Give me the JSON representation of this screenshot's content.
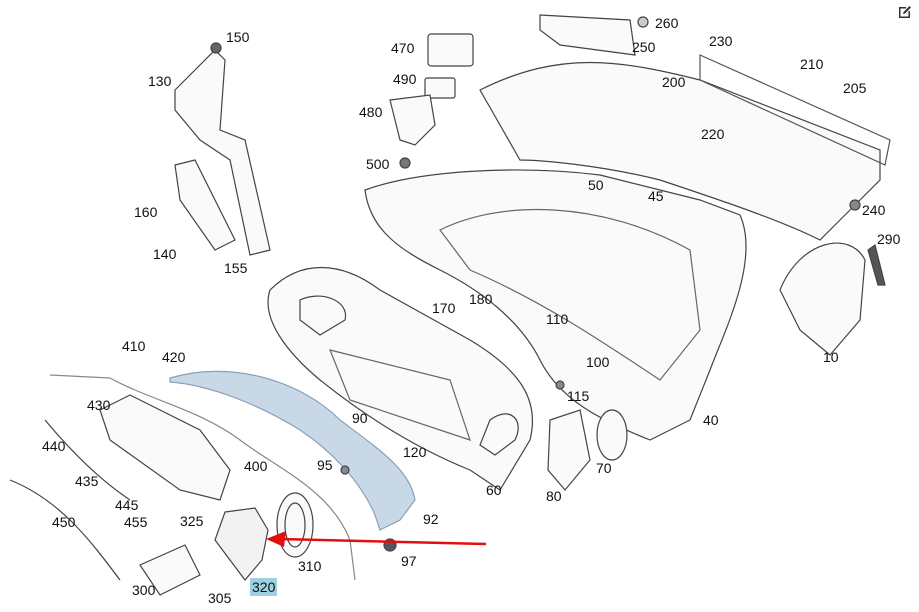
{
  "diagram": {
    "highlight_color": "#9dd0e0",
    "arrow_color": "#e01010",
    "selected_part": "320",
    "labels": [
      {
        "id": "150"
      },
      {
        "id": "130"
      },
      {
        "id": "160"
      },
      {
        "id": "140"
      },
      {
        "id": "155"
      },
      {
        "id": "470"
      },
      {
        "id": "490"
      },
      {
        "id": "480"
      },
      {
        "id": "500"
      },
      {
        "id": "260"
      },
      {
        "id": "250"
      },
      {
        "id": "230"
      },
      {
        "id": "210"
      },
      {
        "id": "200"
      },
      {
        "id": "205"
      },
      {
        "id": "220"
      },
      {
        "id": "50"
      },
      {
        "id": "45"
      },
      {
        "id": "240"
      },
      {
        "id": "290"
      },
      {
        "id": "170"
      },
      {
        "id": "180"
      },
      {
        "id": "110"
      },
      {
        "id": "100"
      },
      {
        "id": "115"
      },
      {
        "id": "10"
      },
      {
        "id": "40"
      },
      {
        "id": "410"
      },
      {
        "id": "420"
      },
      {
        "id": "430"
      },
      {
        "id": "440"
      },
      {
        "id": "90"
      },
      {
        "id": "120"
      },
      {
        "id": "95"
      },
      {
        "id": "400"
      },
      {
        "id": "70"
      },
      {
        "id": "60"
      },
      {
        "id": "80"
      },
      {
        "id": "435"
      },
      {
        "id": "445"
      },
      {
        "id": "455"
      },
      {
        "id": "450"
      },
      {
        "id": "325"
      },
      {
        "id": "92"
      },
      {
        "id": "310"
      },
      {
        "id": "97"
      },
      {
        "id": "300"
      },
      {
        "id": "305"
      },
      {
        "id": "320"
      }
    ]
  },
  "toolbar": {
    "edit_icon": "edit-icon"
  }
}
